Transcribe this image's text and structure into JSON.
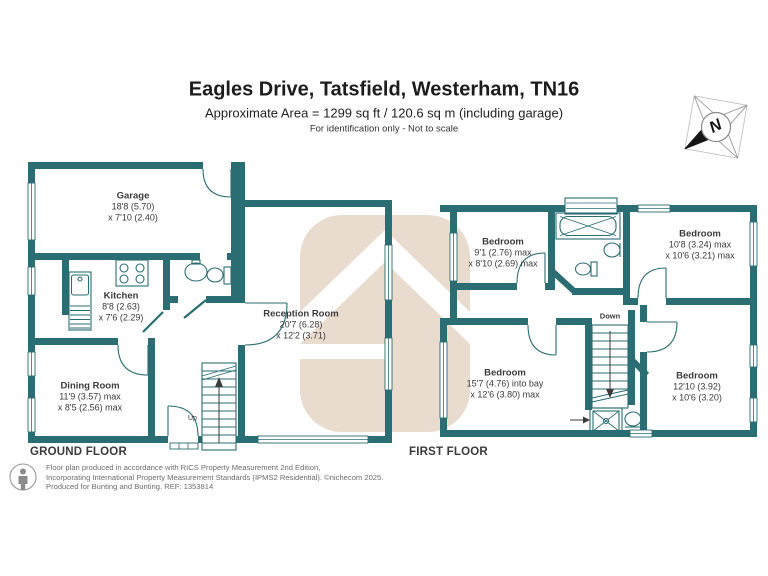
{
  "header": {
    "title": "Eagles Drive, Tatsfield, Westerham, TN16",
    "subtitle": "Approximate Area = 1299 sq ft / 120.6 sq m (including garage)",
    "note": "For identification only - Not to scale"
  },
  "compass": {
    "north_label": "N"
  },
  "floors": {
    "ground": {
      "label": "GROUND FLOOR",
      "stairs_label": "Up",
      "rooms": {
        "garage": {
          "name": "Garage",
          "dim1": "18'8 (5.70)",
          "dim2": "x 7'10 (2.40)"
        },
        "kitchen": {
          "name": "Kitchen",
          "dim1": "8'8 (2.63)",
          "dim2": "x 7'6 (2.29)"
        },
        "dining_room": {
          "name": "Dining Room",
          "dim1": "11'9 (3.57) max",
          "dim2": "x 8'5 (2.56) max"
        },
        "reception_room": {
          "name": "Reception Room",
          "dim1": "20'7 (6.28)",
          "dim2": "x 12'2 (3.71)"
        }
      }
    },
    "first": {
      "label": "FIRST FLOOR",
      "stairs_label": "Down",
      "rooms": {
        "bedroom_top_left": {
          "name": "Bedroom",
          "dim1": "9'1 (2.76) max",
          "dim2": "x 8'10 (2.69) max"
        },
        "bedroom_top_right": {
          "name": "Bedroom",
          "dim1": "10'8 (3.24) max",
          "dim2": "x 10'6 (3.21) max"
        },
        "bedroom_bottom_left": {
          "name": "Bedroom",
          "dim1": "15'7 (4.76) into bay",
          "dim2": "x 12'6 (3.80) max"
        },
        "bedroom_bottom_right": {
          "name": "Bedroom",
          "dim1": "12'10 (3.92)",
          "dim2": "x 10'6 (3.20)"
        }
      }
    }
  },
  "footer": {
    "line1": "Floor plan produced in accordance with RICS Property Measurement 2nd Edition,",
    "line2": "Incorporating International Property Measurement Standards (IPMS2 Residential).   ©nichecom 2025.",
    "line3": "Produced for Bunting and Bunting.   REF:  1353814"
  },
  "colors": {
    "wall": "#2a6d72",
    "watermark": "#e9dcce"
  }
}
